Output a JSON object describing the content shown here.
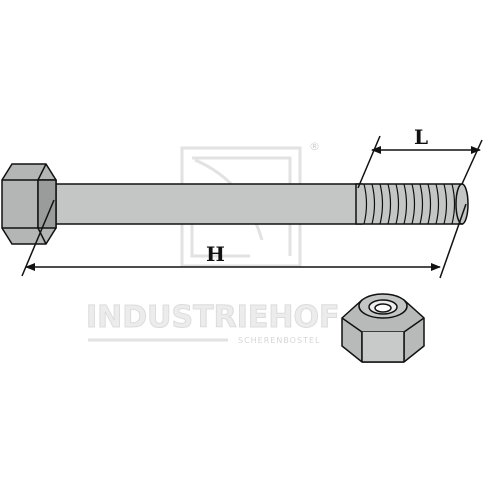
{
  "dimensions": {
    "length_label": "H",
    "thread_label": "L"
  },
  "watermark": {
    "brand": "INDUSTRIEHOF",
    "sub": "SCHERENBOSTEL",
    "registered": "®"
  },
  "colors": {
    "metal": "#c4c6c6",
    "metal_dark": "#9a9c9c",
    "outline": "#111111",
    "watermark": "#e6e6e6"
  },
  "icons": {
    "logo": "industriehof-logo-icon"
  }
}
